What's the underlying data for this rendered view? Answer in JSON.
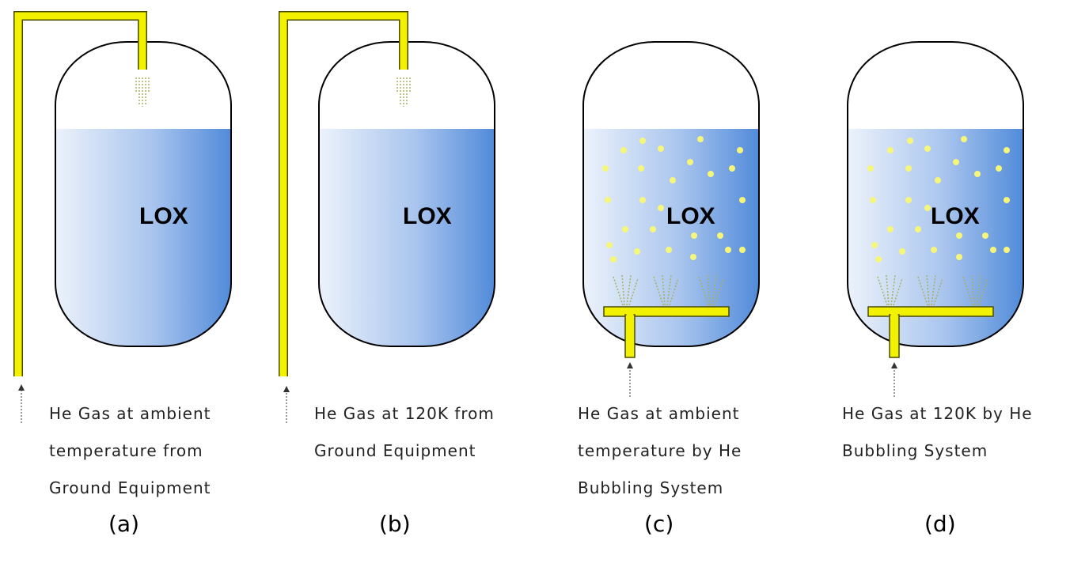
{
  "panels": [
    {
      "id": "a",
      "label": "(a)",
      "liquid": "LOX",
      "caption": [
        "He Gas at ambient",
        "temperature from",
        "Ground Equipment"
      ]
    },
    {
      "id": "b",
      "label": "(b)",
      "liquid": "LOX",
      "caption": [
        "He Gas at 120K from",
        "Ground Equipment"
      ]
    },
    {
      "id": "c",
      "label": "(c)",
      "liquid": "LOX",
      "caption": [
        "He Gas at ambient",
        "temperature by He",
        "Bubbling System"
      ]
    },
    {
      "id": "d",
      "label": "(d)",
      "liquid": "LOX",
      "caption": [
        "He Gas at 120K by He",
        "Bubbling System"
      ]
    }
  ],
  "colors": {
    "pipe": "#f2f200",
    "pipe_edge": "#4a4a00",
    "liquid_light": "#eef3fb",
    "liquid_dark": "#4a86d8",
    "bubble": "#f6f77a",
    "spray": "#a8b060"
  }
}
